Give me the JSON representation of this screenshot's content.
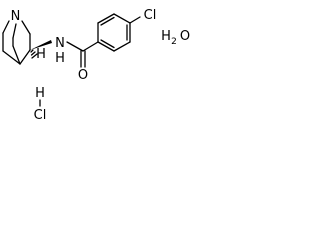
{
  "atoms": {
    "ring_nitrogen": "N",
    "amide_nitrogen": "N",
    "amide_hydrogen": "H",
    "stereo_hydrogen": "H",
    "carbonyl_oxygen": "O",
    "aryl_chlorine": "Cl"
  },
  "water": {
    "hydrogen": "H",
    "subscript": "2",
    "oxygen": "O"
  },
  "salt": {
    "hydrogen": "H",
    "chlorine": "Cl"
  },
  "colors": {
    "ink": "#000000",
    "background": "#ffffff"
  }
}
